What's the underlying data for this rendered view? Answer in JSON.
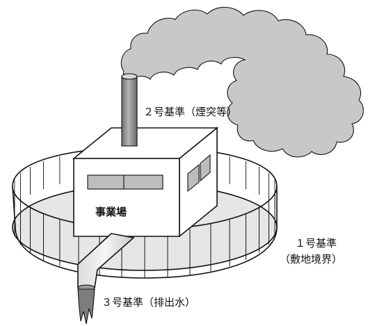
{
  "labels": {
    "standard_2": "２号基準（煙突等）",
    "standard_1_line1": "１号基準",
    "standard_1_line2": "（敷地境界）",
    "standard_3": "３号基準（排出水）",
    "factory": "事業場"
  },
  "colors": {
    "smoke_fill": "#c8c8c8",
    "ground_fill": "#e6e6e6",
    "chimney_fill": "#8d8d8d",
    "outline": "#111111",
    "window_fill": "#bdbdbd",
    "effluent_fill": "#7d7d7d"
  }
}
